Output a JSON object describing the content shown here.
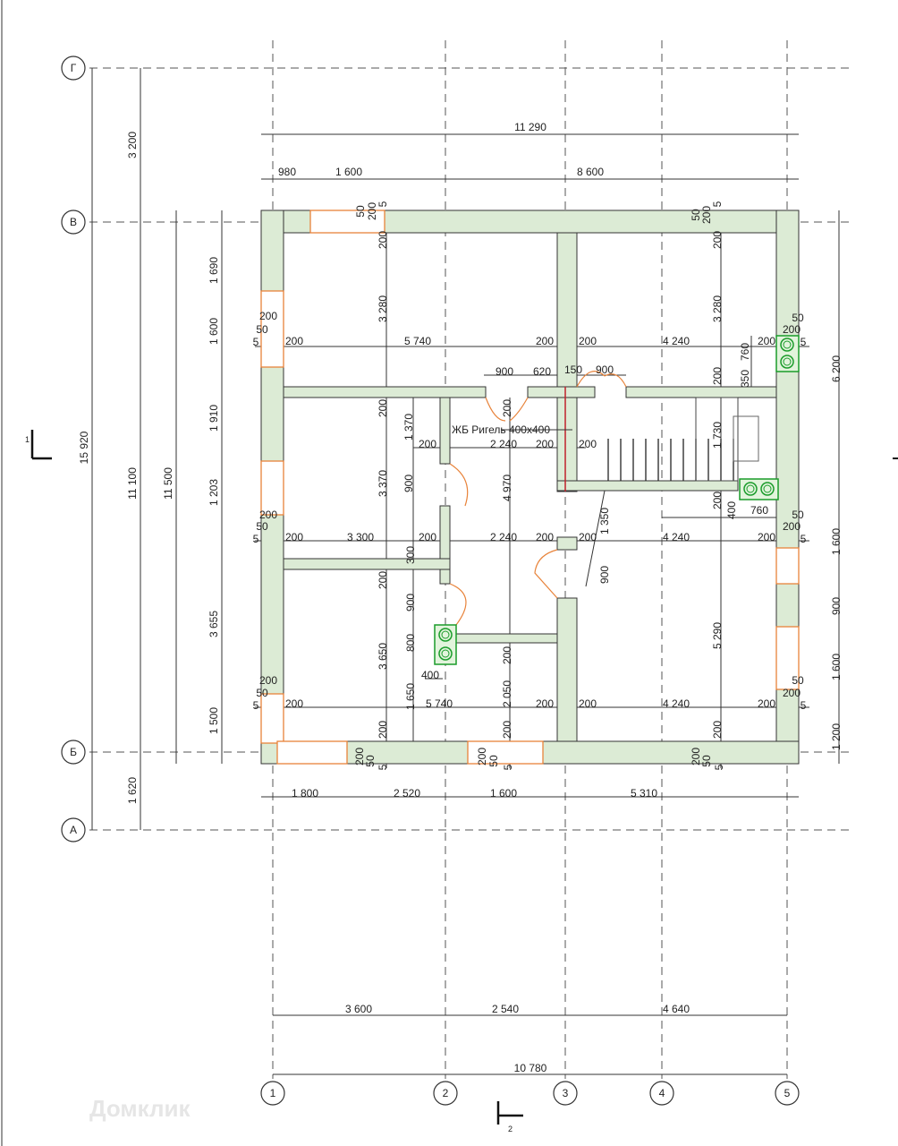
{
  "title_note": "ЖБ Ригель 400x400",
  "axes_letters": [
    "Г",
    "В",
    "Б",
    "А"
  ],
  "axes_numbers": [
    "1",
    "2",
    "3",
    "4",
    "5"
  ],
  "section_marks": [
    "1",
    "2"
  ],
  "watermark": "Домклик",
  "dims": [
    "11 290",
    "980",
    "1 600",
    "8 600",
    "200",
    "5 740",
    "200",
    "200",
    "4 240",
    "200",
    "900",
    "620",
    "150",
    "900",
    "200",
    "2 240",
    "200",
    "200",
    "200",
    "3 300",
    "200",
    "2 240",
    "200",
    "200",
    "4 240",
    "200",
    "760",
    "400",
    "200",
    "5 740",
    "200",
    "200",
    "4 240",
    "200",
    "1 800",
    "2 520",
    "1 600",
    "5 310",
    "3 600",
    "2 540",
    "4 640",
    "10 780",
    "200",
    "50",
    "5",
    "200",
    "50",
    "5",
    "200",
    "50",
    "5",
    "50",
    "200",
    "5",
    "50",
    "200",
    "5",
    "50",
    "200",
    "5",
    "3 200",
    "15 920",
    "11 100",
    "11 500",
    "1 620",
    "1 690",
    "1 600",
    "1 910",
    "1 203",
    "3 655",
    "1 500",
    "50",
    "200",
    "5",
    "200",
    "3 280",
    "200",
    "3 370",
    "200",
    "3 650",
    "200",
    "200",
    "50",
    "5",
    "1 370",
    "900",
    "300",
    "900",
    "800",
    "1 650",
    "200",
    "4 970",
    "200",
    "2 050",
    "200",
    "200",
    "50",
    "5",
    "1 350",
    "900",
    "50",
    "200",
    "5",
    "200",
    "3 280",
    "200",
    "1 730",
    "200",
    "5 290",
    "200",
    "200",
    "50",
    "5",
    "760",
    "350",
    "400",
    "6 200",
    "1 600",
    "900",
    "1 600",
    "1 200"
  ]
}
